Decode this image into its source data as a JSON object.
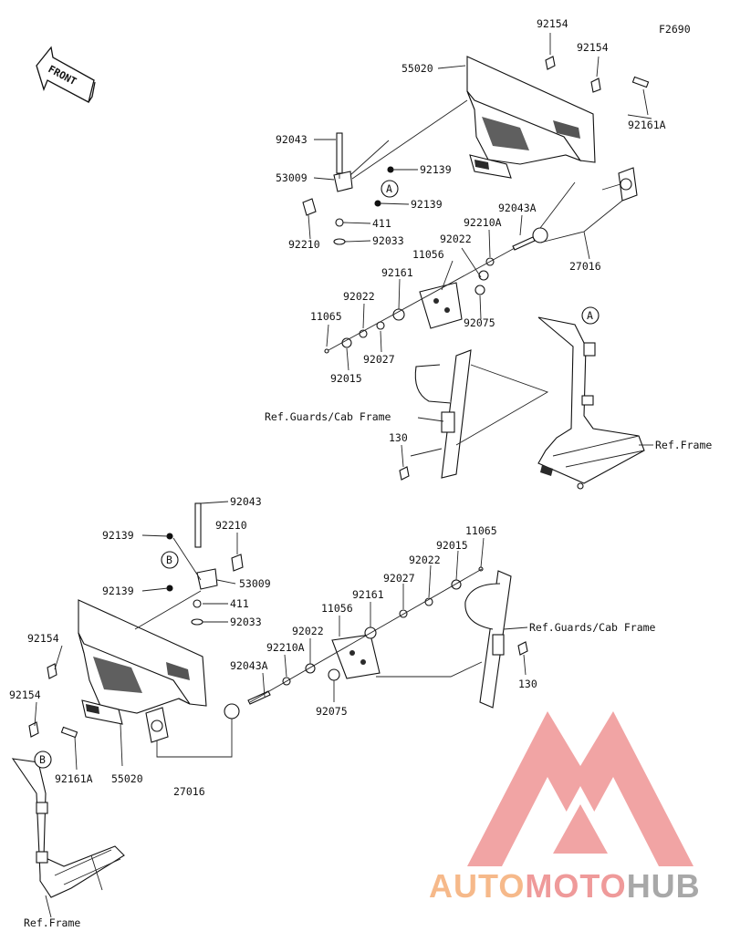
{
  "diagram_code": "F2690",
  "front_arrow_label": "FRONT",
  "callouts": {
    "a": "A",
    "b": "B"
  },
  "upper_labels": {
    "p92154_1": "92154",
    "p92154_2": "92154",
    "p55020": "55020",
    "p92161a": "92161A",
    "p92043": "92043",
    "p92139_1": "92139",
    "p53009": "53009",
    "p92139_2": "92139",
    "p411": "411",
    "p92210": "92210",
    "p92033": "92033",
    "p92043a": "92043A",
    "p92210a": "92210A",
    "p92022_1": "92022",
    "p11056": "11056",
    "p27016": "27016",
    "p92161": "92161",
    "p92022_2": "92022",
    "p92075": "92075",
    "p11065": "11065",
    "p92027": "92027",
    "p92015": "92015",
    "ref_guards": "Ref.Guards/Cab Frame",
    "p130": "130",
    "ref_frame": "Ref.Frame"
  },
  "lower_labels": {
    "p92043": "92043",
    "p92139_1": "92139",
    "p92210": "92210",
    "p11065": "11065",
    "p92015": "92015",
    "p92022_1": "92022",
    "p53009": "53009",
    "p92139_2": "92139",
    "p92027": "92027",
    "p92161": "92161",
    "p411": "411",
    "p92033": "92033",
    "p11056": "11056",
    "ref_guards": "Ref.Guards/Cab Frame",
    "p92154_1": "92154",
    "p92022_2": "92022",
    "p92210a": "92210A",
    "p92043a": "92043A",
    "p130": "130",
    "p92075": "92075",
    "p92154_2": "92154",
    "p92161a": "92161A",
    "p55020": "55020",
    "p27016": "27016",
    "ref_frame": "Ref.Frame"
  },
  "watermark": {
    "part1": "AUTO",
    "part2": "MOTO",
    "part3": "HUB"
  },
  "colors": {
    "line": "#222222",
    "watermark_red": "#ef9a9a",
    "watermark_orange": "#f6b98a",
    "watermark_gray": "#a8a8a8"
  }
}
